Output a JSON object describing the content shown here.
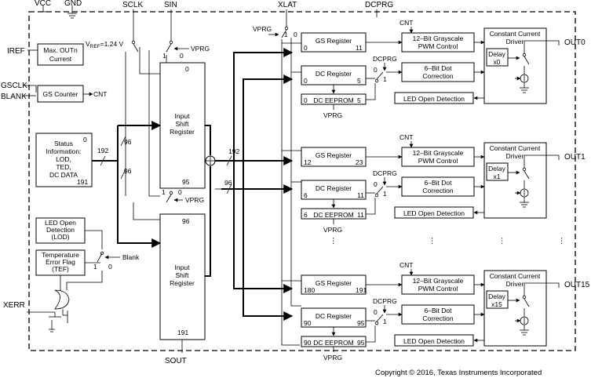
{
  "pins": {
    "vcc": "VCC",
    "gnd": "GND",
    "sclk": "SCLK",
    "sin": "SIN",
    "xlat": "XLAT",
    "dcprg": "DCPRG",
    "iref": "IREF",
    "gsclk": "GSCLK",
    "blank": "BLANK",
    "xerr": "XERR",
    "sout": "SOUT",
    "out0": "OUT0",
    "out1": "OUT1",
    "out15": "OUT15"
  },
  "blocks": {
    "max_out_current": [
      "Max. OUTn",
      "Current"
    ],
    "vref": "V",
    "vref_sub": "REF",
    "vref_value": "=1.24 V",
    "gs_counter": "GS Counter",
    "cnt": "CNT",
    "status": [
      "Status",
      "Information:",
      "LOD,",
      "TED,",
      "DC DATA"
    ],
    "status_top": "0",
    "status_bottom": "191",
    "shift_register": [
      "Input",
      "Shift",
      "Register"
    ],
    "sr1_top": "0",
    "sr1_bottom": "95",
    "sr2_top": "96",
    "sr2_bottom": "191",
    "led_open": [
      "LED Open",
      "Detection",
      "(LOD)"
    ],
    "temp_error": [
      "Temperature",
      "Error Flag",
      "(TEF)"
    ],
    "blank_label": "Blank",
    "vprg": "VPRG",
    "sw_1": "1",
    "sw_0": "0"
  },
  "bus": {
    "b192a": "192",
    "b96a": "96",
    "b96b": "96",
    "b192b": "192",
    "b96c": "96"
  },
  "channels": [
    {
      "gs": "GS Register",
      "gs_l": "0",
      "gs_r": "11",
      "dc": "DC Register",
      "dc_l": "0",
      "dc_r": "5",
      "eeprom": "DC EEPROM",
      "ee_l": "0",
      "ee_r": "5",
      "pwm": [
        "12–Bit Grayscale",
        "PWM Control"
      ],
      "dot": [
        "6–Bit Dot",
        "Correction"
      ],
      "lod": "LED Open Detection",
      "ccd": [
        "Constant Current",
        "Driver"
      ],
      "delay": [
        "Delay",
        "x0"
      ]
    },
    {
      "gs": "GS Register",
      "gs_l": "12",
      "gs_r": "23",
      "dc": "DC Register",
      "dc_l": "6",
      "dc_r": "11",
      "eeprom": "DC EEPROM",
      "ee_l": "6",
      "ee_r": "11",
      "pwm": [
        "12–Bit Grayscale",
        "PWM Control"
      ],
      "dot": [
        "6–Bit Dot",
        "Correction"
      ],
      "lod": "LED Open Detection",
      "ccd": [
        "Constant Current",
        "Driver"
      ],
      "delay": [
        "Delay",
        "x1"
      ]
    },
    {
      "gs": "GS Register",
      "gs_l": "180",
      "gs_r": "191",
      "dc": "DC Register",
      "dc_l": "90",
      "dc_r": "95",
      "eeprom": "DC EEPROM",
      "ee_l": "90",
      "ee_r": "95",
      "pwm": [
        "12–Bit Grayscale",
        "PWM Control"
      ],
      "dot": [
        "6–Bit Dot",
        "Correction"
      ],
      "lod": "LED Open Detection",
      "ccd": [
        "Constant Current",
        "Driver"
      ],
      "delay": [
        "Delay",
        "x15"
      ]
    }
  ],
  "copyright": "Copyright © 2016, Texas Instruments Incorporated"
}
